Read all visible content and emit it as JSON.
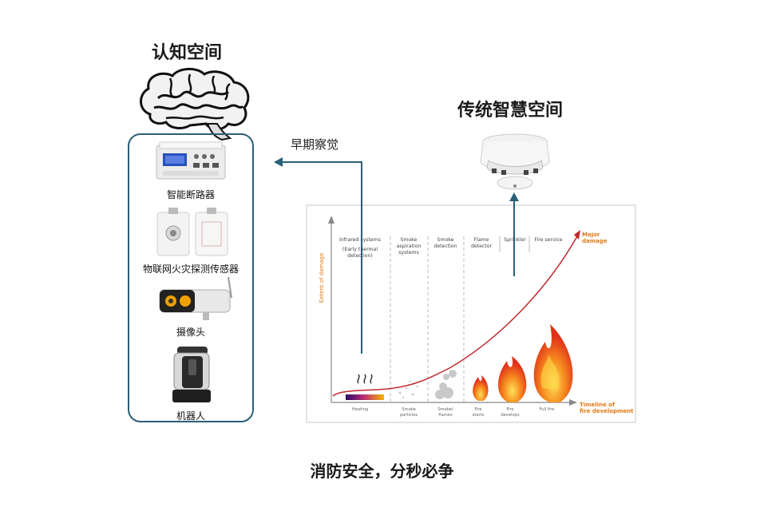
{
  "titles": {
    "cognitive": "认知空间",
    "traditional": "传统智慧空间",
    "early": "早期察觉",
    "footer": "消防安全，分秒必争"
  },
  "devices": [
    {
      "label": "智能断路器",
      "icon": "circuit-breaker"
    },
    {
      "label": "物联网火灾探测传感器",
      "icon": "fire-sensor"
    },
    {
      "label": "摄像头",
      "icon": "camera"
    },
    {
      "label": "机器人",
      "icon": "robot"
    }
  ],
  "chart": {
    "y_label": "Extent of damage",
    "x_label_1": "Timeline of",
    "x_label_2": "fire development",
    "major_1": "Major",
    "major_2": "damage",
    "detectors": [
      {
        "lines": [
          "Infrared systems",
          "(Early thermal",
          "detection)"
        ]
      },
      {
        "lines": [
          "Smoke",
          "aspiration",
          "systems"
        ]
      },
      {
        "lines": [
          "Smoke",
          "detection"
        ]
      },
      {
        "lines": [
          "Flame",
          "detector"
        ]
      },
      {
        "lines": [
          "Sprinkler"
        ]
      },
      {
        "lines": [
          "Fire service"
        ]
      }
    ],
    "stages": [
      {
        "lines": [
          "Heating"
        ]
      },
      {
        "lines": [
          "Smoke",
          "particles"
        ]
      },
      {
        "lines": [
          "Smoke/",
          "flames"
        ]
      },
      {
        "lines": [
          "Fire",
          "starts"
        ]
      },
      {
        "lines": [
          "Fire",
          "develops"
        ]
      },
      {
        "lines": [
          "Full fire"
        ]
      }
    ]
  },
  "colors": {
    "accent": "#2a5f78",
    "curve": "#c0282d",
    "axis_label": "#e07b1a"
  }
}
